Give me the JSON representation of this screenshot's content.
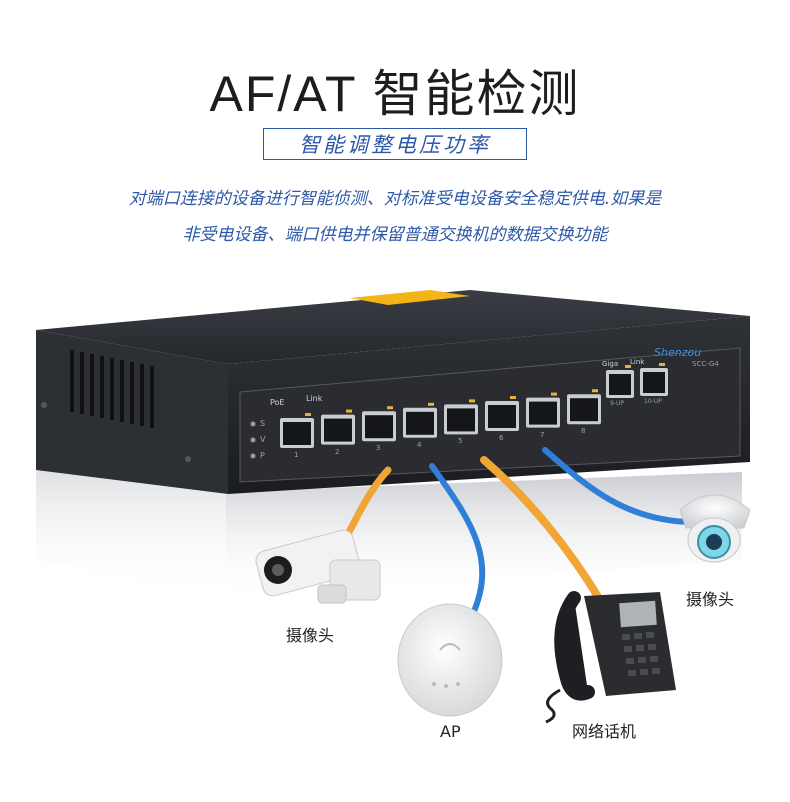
{
  "header": {
    "title": "AF/AT 智能检测",
    "subtitle": "智能调整电压功率",
    "description_line1": "对端口连接的设备进行智能侦测、对标准受电设备安全稳定供电.如果是",
    "description_line2": "非受电设备、端口供电并保留普通交换机的数据交换功能"
  },
  "switch": {
    "brand": "Shenzou",
    "model": "SCC-G4",
    "poe_label": "PoE",
    "link_label": "Link",
    "giga_label": "Giga",
    "link_label2": "Link",
    "led_labels": [
      "S",
      "V",
      "P"
    ],
    "port_numbers": [
      "1",
      "2",
      "3",
      "4",
      "5",
      "6",
      "7",
      "8"
    ],
    "uplink_labels": [
      "9-UP",
      "10-UP"
    ]
  },
  "devices": {
    "camera_bullet": "摄像头",
    "ap": "AP",
    "phone": "网络话机",
    "camera_dome": "摄像头"
  },
  "colors": {
    "accent_blue": "#2d59a8",
    "cable_blue": "#2f7fd8",
    "cable_orange": "#f0a535",
    "switch_body": "#2a2d33"
  }
}
